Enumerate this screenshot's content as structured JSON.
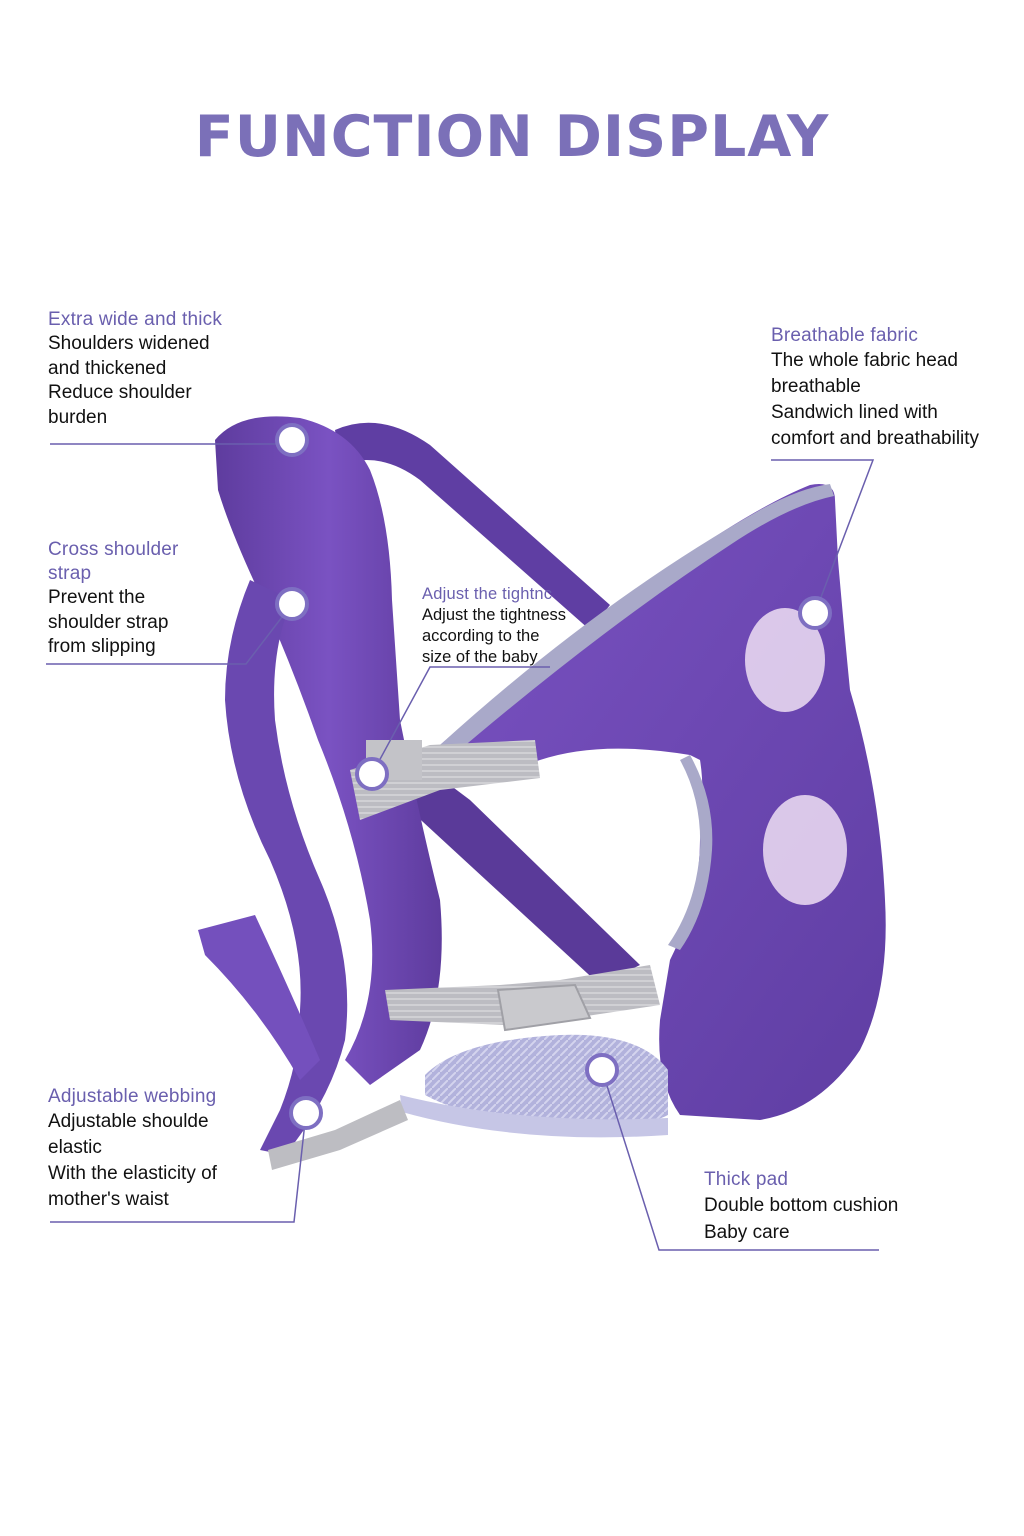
{
  "title": "FUNCTION DISPLAY",
  "colors": {
    "title": "#7b70b8",
    "heading": "#6a5fae",
    "body_text": "#111111",
    "leader": "#6a5fae",
    "carrier": "#6f47b5",
    "carrier_dark": "#5b3a9b",
    "webbing": "#b7b7bd",
    "pad": "#a9a9d6"
  },
  "features": {
    "wide": {
      "heading": "Extra wide and thick",
      "lines": [
        "Shoulders widened",
        "and thickened",
        "Reduce shoulder",
        "burden"
      ]
    },
    "cross": {
      "heading": "Cross shoulder",
      "heading2": "strap",
      "lines": [
        "Prevent the",
        "shoulder strap",
        "from slipping"
      ]
    },
    "adjust": {
      "heading": "Adjust the tightnc",
      "lines": [
        "Adjust the tightness",
        "according to the",
        "size of the baby"
      ]
    },
    "breathable": {
      "heading": "Breathable fabric",
      "lines": [
        "The whole fabric head",
        "breathable",
        "Sandwich lined with",
        "comfort and breathability"
      ]
    },
    "webbing": {
      "heading": "Adjustable webbing",
      "lines": [
        "Adjustable shoulde",
        "elastic",
        "With the elasticity of",
        "mother's waist"
      ]
    },
    "pad": {
      "heading": "Thick pad",
      "lines": [
        "Double bottom cushion",
        "Baby care"
      ]
    }
  }
}
